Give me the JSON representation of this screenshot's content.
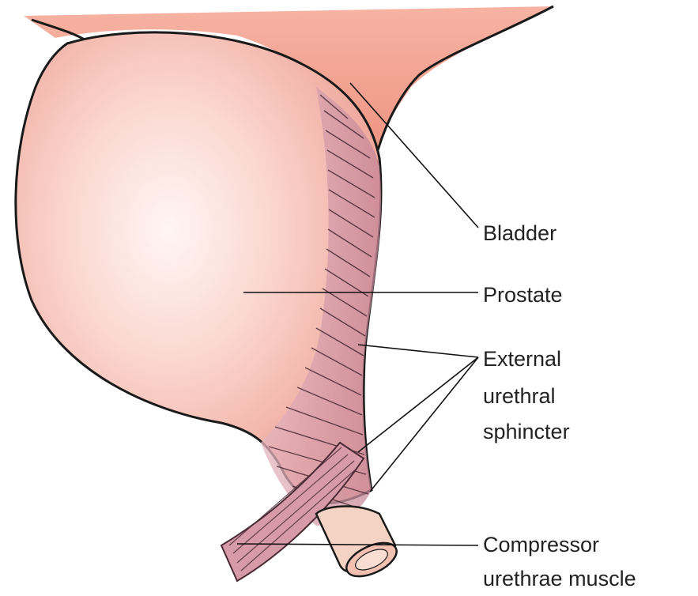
{
  "labels": {
    "bladder": "Bladder",
    "prostate": "Prostate",
    "external_sphincter": [
      "External",
      "urethral",
      "sphincter"
    ],
    "compressor": [
      "Compressor",
      "urethrae muscle"
    ]
  },
  "colors": {
    "bladder": "#f2a393",
    "prostate_edge": "#f0a99e",
    "prostate_center": "#fff3f1",
    "sphincter": "#c98c9c",
    "sphincter_lines": "#4a2a35",
    "urethra": "#f5d3c4",
    "outline": "#1a1a1a"
  }
}
